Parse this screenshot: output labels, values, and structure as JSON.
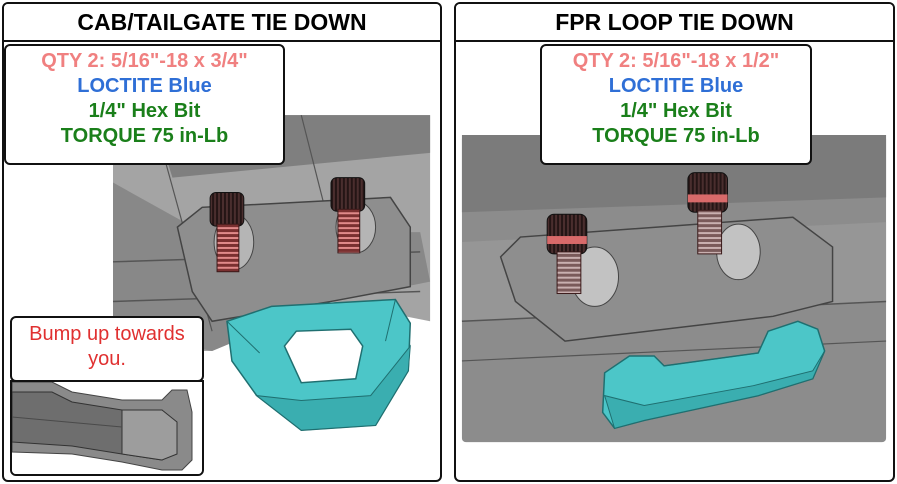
{
  "left_panel": {
    "title": "CAB/TAILGATE TIE DOWN",
    "spec": {
      "qty": "QTY 2: 5/16\"-18  x  3/4\"",
      "loctite": "LOCTITE Blue",
      "bit": "1/4\" Hex Bit",
      "torque": "TORQUE 75 in-Lb"
    },
    "note": "Bump up towards you."
  },
  "right_panel": {
    "title": "FPR LOOP TIE DOWN",
    "spec": {
      "qty": "QTY 2: 5/16\"-18  x  1/2\"",
      "loctite": "LOCTITE Blue",
      "bit": "1/4\" Hex Bit",
      "torque": "TORQUE 75 in-Lb"
    }
  },
  "colors": {
    "part_teal": "#4cc6c8",
    "frame_gray": "#8c8c8c",
    "bolt_dark": "#2a1a1a",
    "thread_red": "#d06868",
    "qty_text": "#f08080",
    "loctite_text": "#2f6fd6",
    "green_text": "#1a7f1a",
    "note_text": "#e03030"
  }
}
